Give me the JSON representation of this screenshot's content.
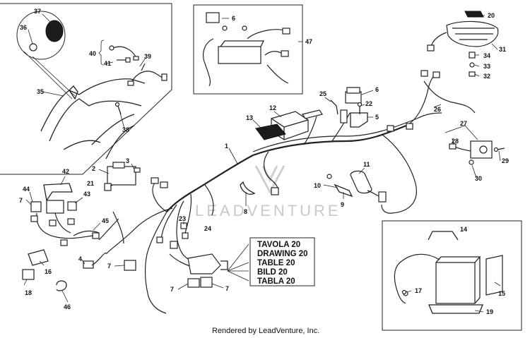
{
  "callouts": {
    "p1": "1",
    "p2": "2",
    "p3": "3",
    "p4": "4",
    "p5": "5",
    "p6a": "6",
    "p6b": "6",
    "p7a": "7",
    "p7b": "7",
    "p7c": "7",
    "p7d": "7",
    "p8": "8",
    "p9": "9",
    "p10": "10",
    "p11": "11",
    "p12": "12",
    "p13": "13",
    "p14": "14",
    "p15": "15",
    "p16": "16",
    "p17": "17",
    "p18": "18",
    "p19": "19",
    "p20": "20",
    "p21": "21",
    "p22": "22",
    "p23": "23",
    "p24": "24",
    "p25": "25",
    "p26": "26",
    "p27": "27",
    "p28": "28",
    "p29": "29",
    "p30": "30",
    "p31": "31",
    "p32": "32",
    "p33": "33",
    "p34": "34",
    "p35": "35",
    "p36": "36",
    "p37": "37",
    "p38": "38",
    "p39": "39",
    "p40": "40",
    "p41": "41",
    "p42": "42",
    "p43": "43",
    "p44": "44",
    "p45": "45",
    "p46": "46",
    "p47": "47"
  },
  "note_box": {
    "lines": [
      "TAVOLA 20",
      "DRAWING 20",
      "TABLE 20",
      "BILD 20",
      "TABLA 20"
    ]
  },
  "watermark": "LEADVENTURE",
  "footer": "Rendered by LeadVenture, Inc."
}
